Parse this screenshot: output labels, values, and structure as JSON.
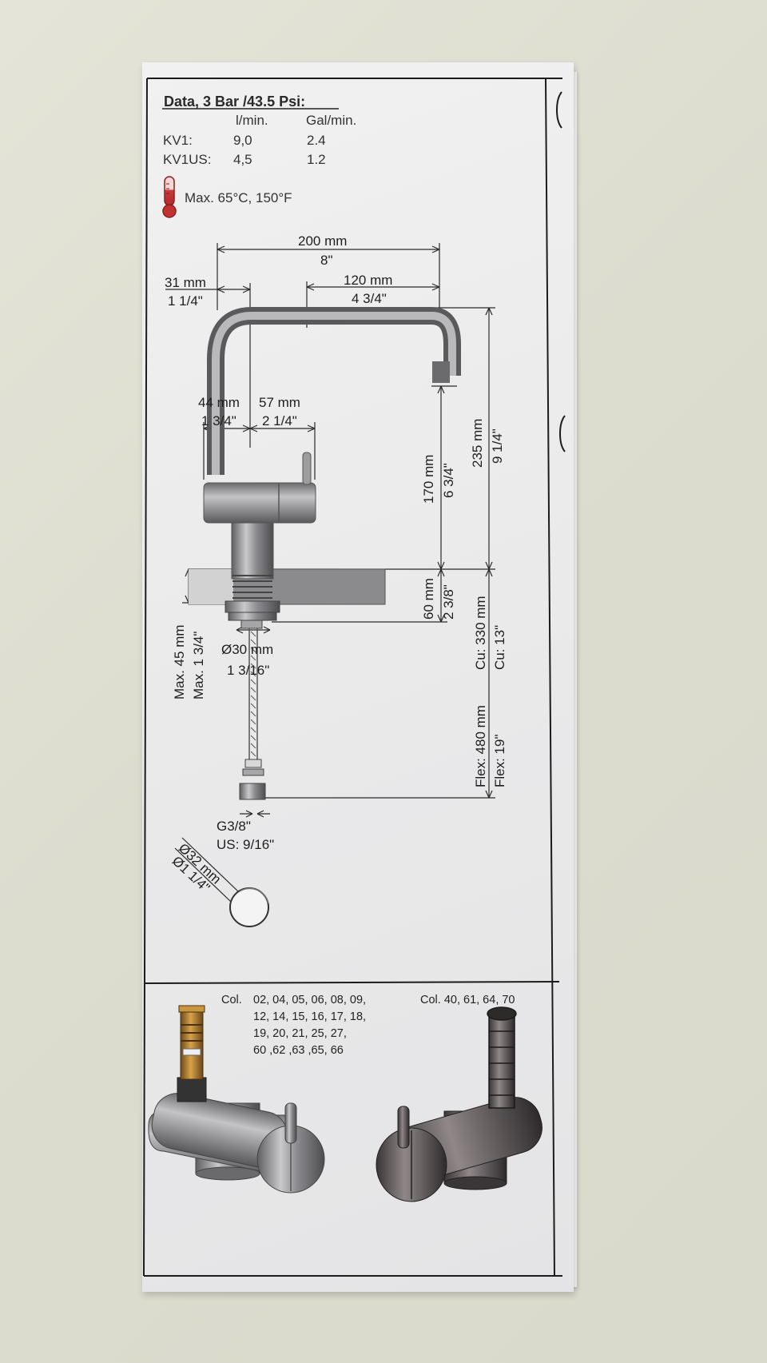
{
  "data_table": {
    "title": "Data, 3 Bar /43.5 Psi:",
    "col1_header": "l/min.",
    "col2_header": "Gal/min.",
    "rows": [
      {
        "label": "KV1:",
        "lmin": "9,0",
        "galmin": "2.4"
      },
      {
        "label": "KV1US:",
        "lmin": "4,5",
        "galmin": "1.2"
      }
    ],
    "max_temp": "Max. 65°C, 150°F"
  },
  "dimensions": {
    "total_width_mm": "200 mm",
    "total_width_in": "8\"",
    "left_offset_mm": "31 mm",
    "left_offset_in": "1 1/4\"",
    "spout_reach_mm": "120 mm",
    "spout_reach_in": "4 3/4\"",
    "body_left_mm": "44 mm",
    "body_left_in": "1 3/4\"",
    "body_right_mm": "57 mm",
    "body_right_in": "2 1/4\"",
    "outlet_height_mm": "170 mm",
    "outlet_height_in": "6 3/4\"",
    "total_height_mm": "235 mm",
    "total_height_in": "9 1/4\"",
    "shank_mm": "60 mm",
    "shank_in": "2 3/8\"",
    "counter_mm": "Max. 45 mm",
    "counter_in": "Max. 1 3/4\"",
    "hole_mm": "Ø30 mm",
    "hole_in": "1 3/16\"",
    "cu_mm": "Cu: 330 mm",
    "cu_in": "Cu: 13\"",
    "flex_mm": "Flex: 480 mm",
    "flex_in": "Flex: 19\"",
    "thread_g": "G3/8\"",
    "thread_us": "US: 9/16\"",
    "cutout_mm": "Ø32 mm",
    "cutout_in": "Ø1 1/4\""
  },
  "colors_section": {
    "left_label": "Col.",
    "left_lines": [
      "02, 04, 05, 06, 08, 09,",
      "12, 14, 15, 16, 17, 18,",
      "19, 20, 21, 25, 27,",
      "60 ,62 ,63 ,65, 66"
    ],
    "right_label": "Col. 40, 61, 64, 70"
  }
}
